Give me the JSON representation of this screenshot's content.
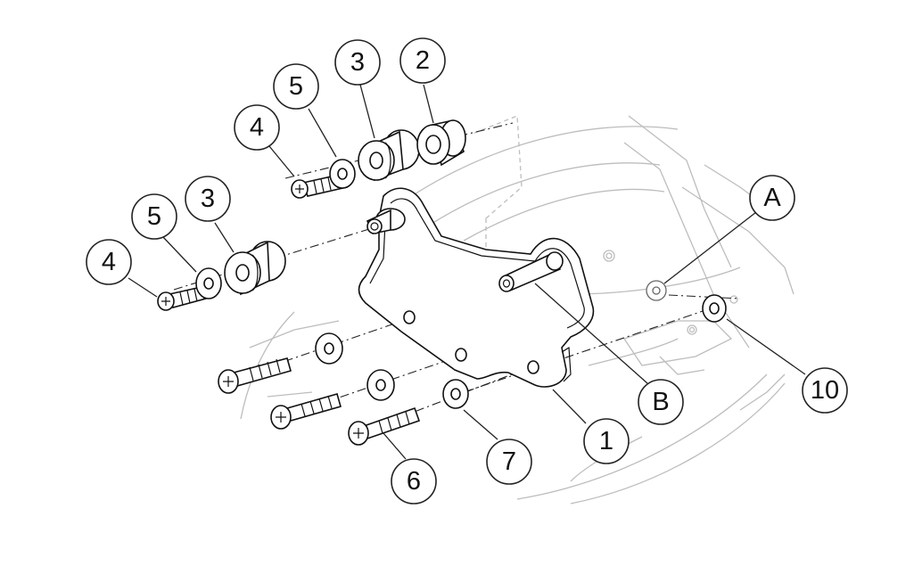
{
  "diagram": {
    "background_color": "#ffffff",
    "line_color": "#111111",
    "faint_line_color": "#bdbdbd",
    "callouts": [
      {
        "id": "c1",
        "label": "1"
      },
      {
        "id": "c2",
        "label": "2"
      },
      {
        "id": "c3a",
        "label": "3"
      },
      {
        "id": "c3b",
        "label": "3"
      },
      {
        "id": "c4a",
        "label": "4"
      },
      {
        "id": "c4b",
        "label": "4"
      },
      {
        "id": "c5a",
        "label": "5"
      },
      {
        "id": "c5b",
        "label": "5"
      },
      {
        "id": "c6",
        "label": "6"
      },
      {
        "id": "c7",
        "label": "7"
      },
      {
        "id": "c10",
        "label": "10"
      },
      {
        "id": "cA",
        "label": "A"
      },
      {
        "id": "cB",
        "label": "B"
      }
    ]
  }
}
